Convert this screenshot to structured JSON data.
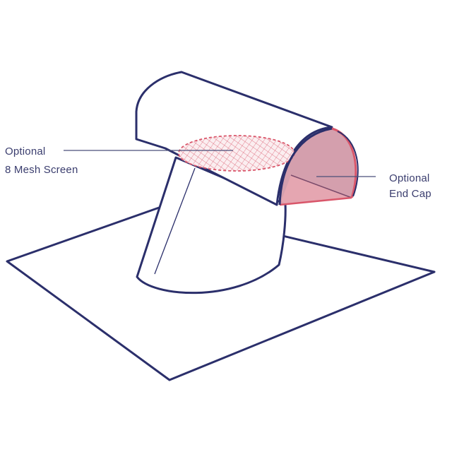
{
  "colors": {
    "outline": "#2b2f6b",
    "accent": "#d9566a",
    "cap_fill": "#c67f92",
    "label_text": "#3a3d6e",
    "leader_line": "#4b4f7a"
  },
  "labels": {
    "screen_line1": "Optional",
    "screen_line2": "8 Mesh Screen",
    "cap_line1": "Optional",
    "cap_line2": "End Cap"
  }
}
